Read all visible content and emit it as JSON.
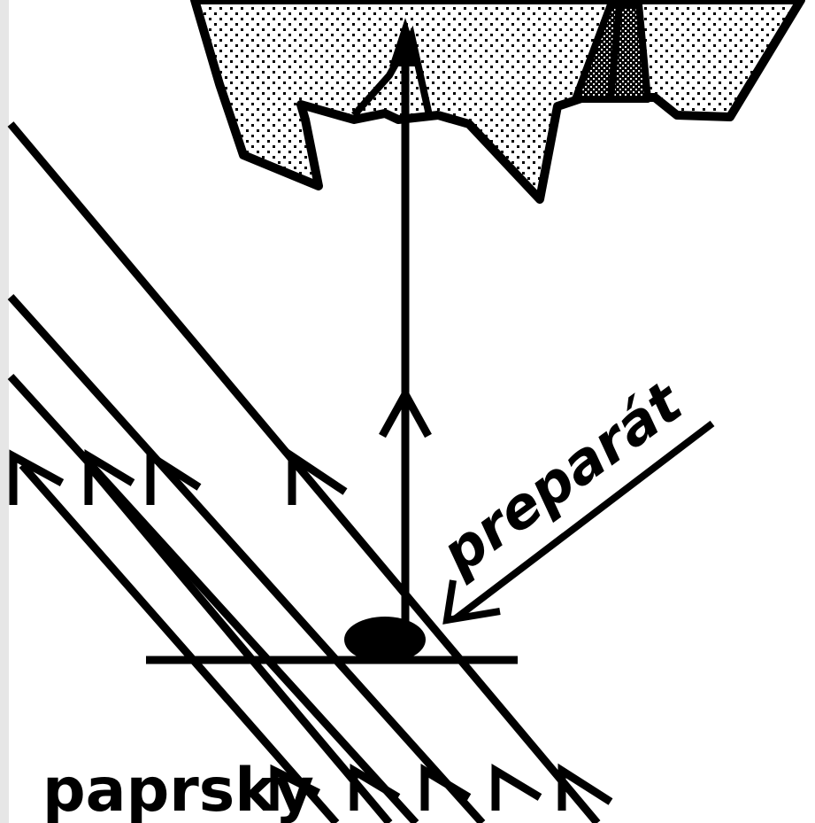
{
  "diagram": {
    "labels": {
      "specimen": "preparát",
      "rays": "paprsky"
    },
    "colors": {
      "ink": "#000000",
      "paper": "#ffffff",
      "left_border": "#e6e6e6",
      "rock_dots": "#000000",
      "rock_fill": "#ffffff"
    },
    "icons": {
      "rock": "rocky-overhang",
      "specimen": "specimen-blob",
      "incoming_rays": "parallel-ray-arrows",
      "reflected_ray": "vertical-arrow"
    }
  }
}
